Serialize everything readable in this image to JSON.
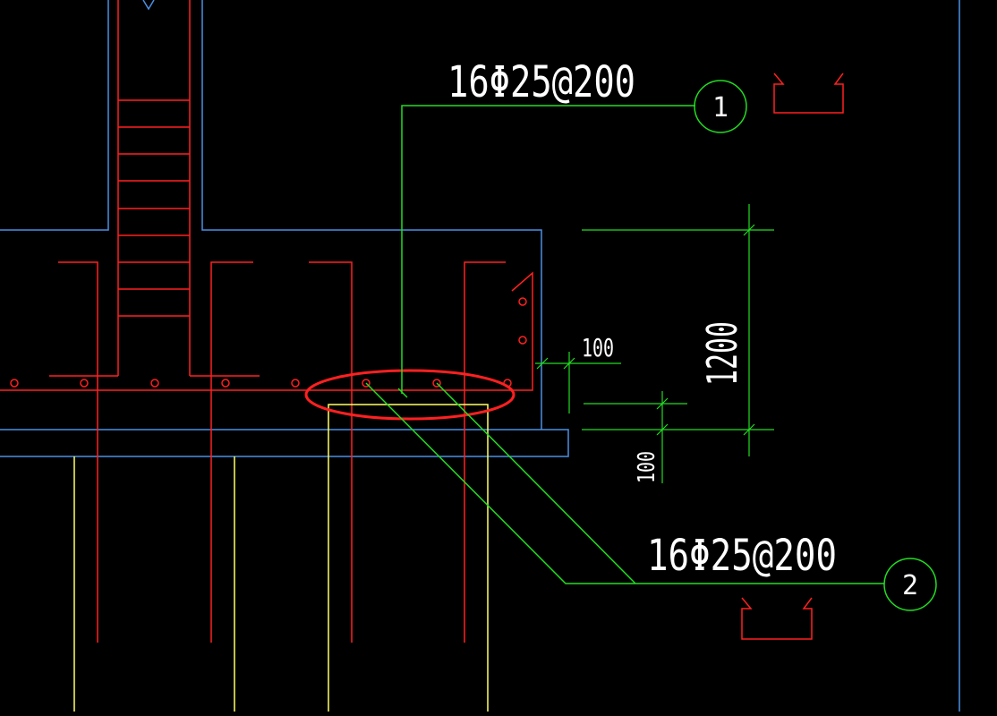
{
  "colors": {
    "background": "#000000",
    "concrete_outline": "#4a90e2",
    "rebar": "#ff2020",
    "pile": "#ffff66",
    "annotation": "#22dd22",
    "text": "#ffffff",
    "highlight": "#ff2020"
  },
  "labels": {
    "rebar_callout_1": "16Φ25@200",
    "rebar_callout_2": "16Φ25@200",
    "marker_1": "1",
    "marker_2": "2",
    "dim_cover_side": "100",
    "dim_depth": "1200",
    "dim_cover_bottom": "100"
  },
  "icons": {
    "bar_shape_1": "u-bar-shape-icon",
    "bar_shape_2": "u-bar-shape-icon",
    "highlight": "ellipse-highlight"
  }
}
